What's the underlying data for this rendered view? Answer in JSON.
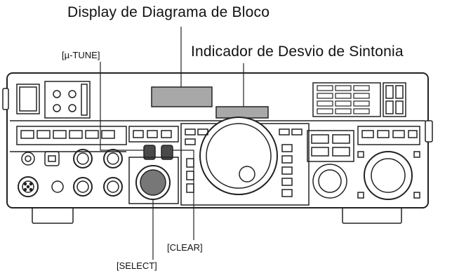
{
  "labels": {
    "block_diagram_display": "Display de Diagrama de Bloco",
    "tuning_offset_indicator": "Indicador de Desvio de Sintonia",
    "mu_tune": "[µ-TUNE]",
    "clear": "[CLEAR]",
    "select": "[SELECT]"
  },
  "colors": {
    "outline": "#222222",
    "highlight_gray": "#a8a8a8",
    "knob_dark": "#777777",
    "button_dark": "#4a4a4a"
  }
}
